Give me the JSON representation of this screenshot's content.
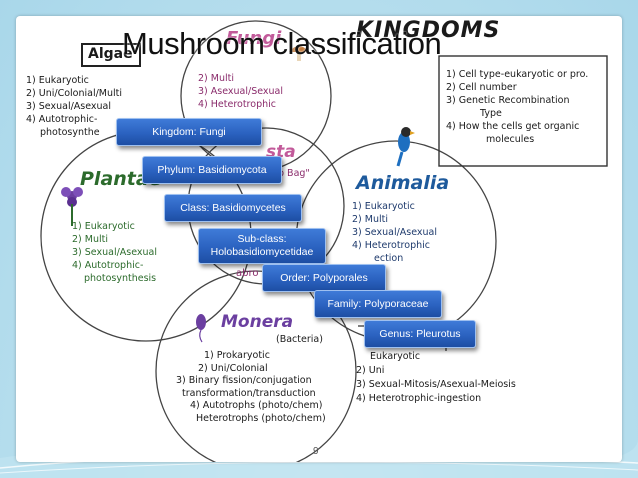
{
  "slide": {
    "title": "Mushroom classification",
    "page_number": "9",
    "accent": "#2b62c0"
  },
  "image": {
    "heading": "KINGDOMS",
    "algae": "Algae",
    "fungi": {
      "label": "Fungi",
      "traits": [
        "2) Multi",
        "3) Asexual/Sexual",
        "4) Heterotrophic"
      ]
    },
    "protista": {
      "label": "sta",
      "note": "b Bag\""
    },
    "plantae": {
      "label": "Plantae",
      "traits": [
        "1) Eukaryotic",
        "2) Multi",
        "3) Sexual/Asexual",
        "4) Autotrophic-",
        "photosynthesis"
      ]
    },
    "animalia": {
      "label": "Animalia",
      "traits": [
        "1) Eukaryotic",
        "2) Multi",
        "3) Sexual/Asexual",
        "4) Heterotrophic",
        "ection"
      ]
    },
    "monera": {
      "label": "Monera",
      "sub": "(Bacteria)",
      "traits": [
        "1) Prokaryotic",
        "2) Uni/Colonial",
        "3) Binary fission/conjugation",
        "transformation/transduction",
        "4) Autotrophs (photo/chem)",
        "Heterotrophs (photo/chem)"
      ]
    },
    "left_list": [
      "1) Eukaryotic",
      "2) Uni/Colonial/Multi",
      "3) Sexual/Asexual",
      "4) Autotrophic-",
      "photosynthe"
    ],
    "criteria": [
      "1) Cell type-eukaryotic or pro.",
      "2) Cell number",
      "3) Genetic Recombination",
      "Type",
      "4) How the cells get organic",
      "molecules"
    ],
    "lower_list": [
      "Eukaryotic",
      "2) Uni",
      "3) Sexual-Mitosis/Asexual-Meiosis",
      "4) Heterotrophic-ingestion"
    ],
    "abro": "abro"
  },
  "taxonomy": [
    {
      "text": "Kingdom: Fungi"
    },
    {
      "text": "Phylum: Basidiomycota"
    },
    {
      "text": "Class: Basidiomycetes"
    },
    {
      "line1": "Sub-class:",
      "line2": "Holobasidiomycetidae"
    },
    {
      "text": "Order: Polyporales"
    },
    {
      "text": "Family: Polyporaceae"
    },
    {
      "text": "Genus: Pleurotus"
    }
  ]
}
